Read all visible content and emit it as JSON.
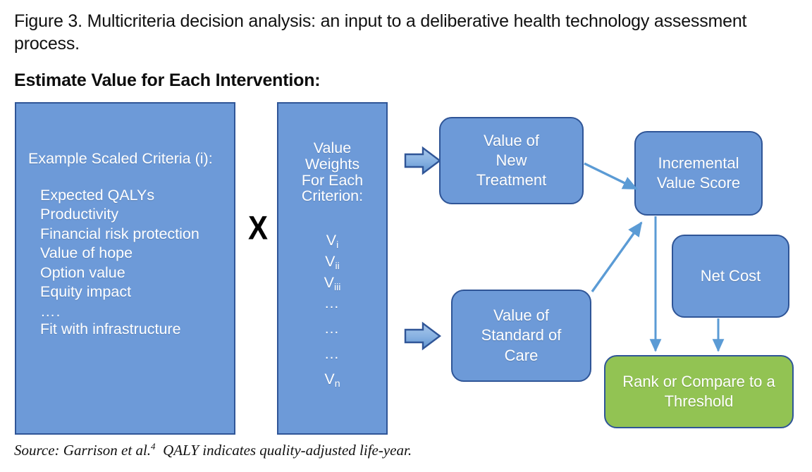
{
  "figure": {
    "caption": "Figure 3. Multicriteria decision analysis: an input to a deliberative health technology assessment process.",
    "subtitle": "Estimate Value for Each Intervention:",
    "source_prefix": "Source: Garrison et al.",
    "source_superscript": "4",
    "source_suffix": "QALY indicates quality-adjusted life-year."
  },
  "criteria_box": {
    "heading": "Example Scaled Criteria (i):",
    "items": [
      "Expected QALYs",
      "Productivity",
      "Financial risk protection",
      "Value of hope",
      "Option value",
      "Equity impact",
      "….",
      "Fit with infrastructure"
    ]
  },
  "operator": {
    "multiply": "X"
  },
  "weights_box": {
    "heading_lines": [
      "Value",
      "Weights",
      "For Each",
      "Criterion:"
    ],
    "weights": [
      {
        "symbol": "V",
        "subscript": "i"
      },
      {
        "symbol": "V",
        "subscript": "ii"
      },
      {
        "symbol": "V",
        "subscript": "iii"
      },
      {
        "symbol": "…",
        "subscript": ""
      },
      {
        "symbol": "…",
        "subscript": ""
      },
      {
        "symbol": "…",
        "subscript": ""
      },
      {
        "symbol": "V",
        "subscript": "n"
      }
    ]
  },
  "flow_boxes": {
    "value_new_treatment": "Value of\nNew\nTreatment",
    "value_standard_care": "Value of\nStandard of\nCare",
    "incremental_value_score": "Incremental\nValue Score",
    "net_cost": "Net Cost",
    "rank_compare": "Rank or Compare to a\nThreshold"
  },
  "colors": {
    "box_blue_fill": "#6d9ad8",
    "box_blue_border": "#2f5597",
    "box_green_fill": "#92c353",
    "arrow_blue": "#5b9bd5",
    "connector_blue": "#5b9bd5",
    "text_white": "#ffffff",
    "text_black": "#111111",
    "page_background": "#ffffff"
  },
  "icons": {
    "block_arrow_top": "block-arrow-right-icon",
    "block_arrow_bottom": "block-arrow-right-icon"
  }
}
